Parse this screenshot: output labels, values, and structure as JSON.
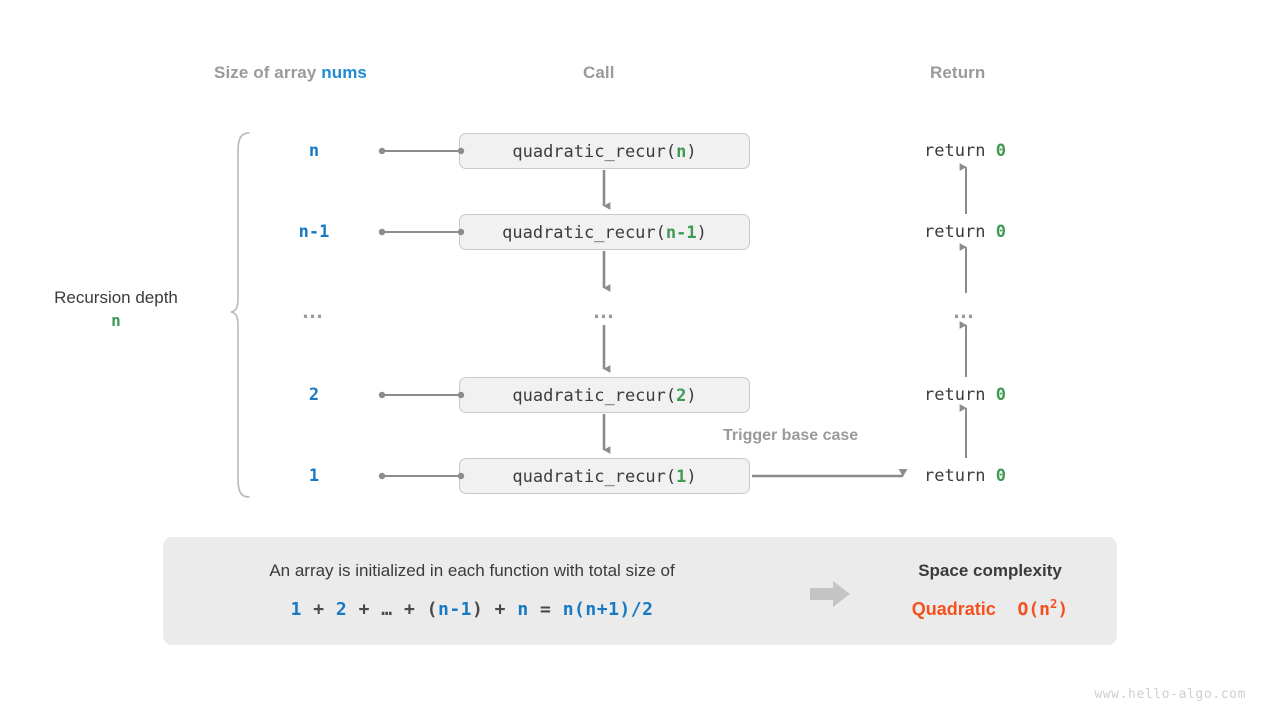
{
  "headers": {
    "size": {
      "prefix": "Size of array ",
      "code": "nums"
    },
    "call": "Call",
    "return": "Return"
  },
  "left_label": {
    "title": "Recursion depth",
    "value": "n"
  },
  "rows": [
    {
      "size": "n",
      "call_prefix": "quadratic_recur(",
      "call_arg": "n",
      "call_suffix": ")",
      "return": "return ",
      "return_value": "0"
    },
    {
      "size": "n-1",
      "call_prefix": "quadratic_recur(",
      "call_arg": "n-1",
      "call_suffix": ")",
      "return": "return ",
      "return_value": "0"
    },
    {
      "size": "…",
      "call_prefix": "…",
      "call_arg": "",
      "call_suffix": "",
      "return": "…",
      "return_value": ""
    },
    {
      "size": "2",
      "call_prefix": "quadratic_recur(",
      "call_arg": "2",
      "call_suffix": ")",
      "return": "return ",
      "return_value": "0"
    },
    {
      "size": "1",
      "call_prefix": "quadratic_recur(",
      "call_arg": "1",
      "call_suffix": ")",
      "return": "return ",
      "return_value": "0"
    }
  ],
  "annotation": {
    "trigger_base_case": "Trigger base case"
  },
  "summary": {
    "text": "An array is initialized in each function with total size of",
    "formula": {
      "t1": "1",
      "op1": " + ",
      "t2": "2",
      "op2": " + ",
      "t3": "…",
      "op3": " + ",
      "paren_open": "(",
      "t4": "n-1",
      "paren_close": ")",
      "op4": " + ",
      "t5": "n",
      "eq": " = ",
      "t6": "n(n+1)/2"
    },
    "title": "Space complexity",
    "complexity_word": "Quadratic",
    "complexity_notation_prefix": "O(n",
    "complexity_exponent": "2",
    "complexity_notation_suffix": ")"
  },
  "watermark": "www.hello-algo.com",
  "colors": {
    "blue": "#1779c4",
    "green": "#3f9a53",
    "orange": "#f4511e",
    "gray_text": "#9a9a9a",
    "dark_text": "#3b3b3b",
    "box_fill": "#f1f1f1",
    "box_border": "#c9c9c9",
    "card_fill": "#ebebeb",
    "line": "#8c8c8c"
  }
}
